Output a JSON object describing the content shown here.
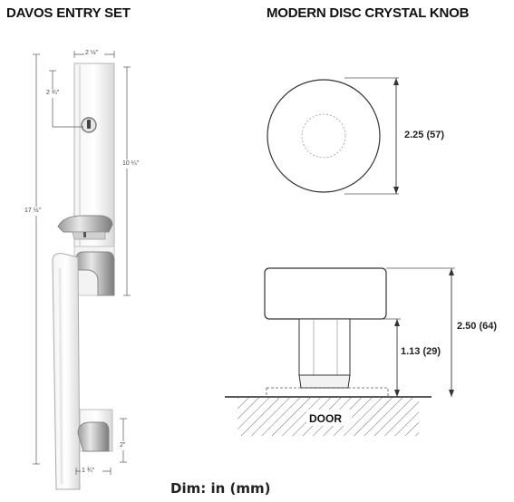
{
  "left_set": {
    "title": "DAVOS ENTRY SET",
    "dims": {
      "plate_width": "2 ½\"",
      "cylinder_offset": "2 ¾\"",
      "plate_height": "10 ¼\"",
      "overall_height": "17 ½\"",
      "grip_base_height": "2\"",
      "grip_base_width": "1 ¾\""
    }
  },
  "right_set": {
    "title": "MODERN DISC CRYSTAL KNOB",
    "dims": {
      "diameter": "2.25 (57)",
      "projection": "2.50 (64)",
      "stem": "1.13 (29)"
    },
    "door_label": "DOOR"
  },
  "footer": "Dim: in (mm)"
}
